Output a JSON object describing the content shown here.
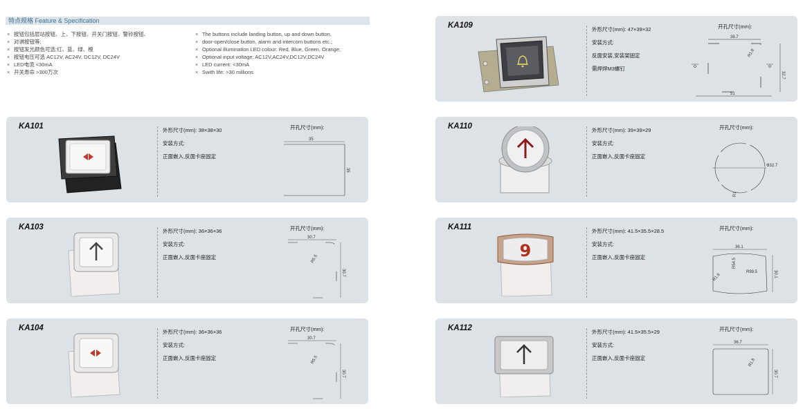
{
  "features": {
    "title": "特点规格 Feature & Specification",
    "cn": [
      "按钮包括层站按钮、上、下按钮、开关门按钮、警铃按钮、",
      "对讲按钮等;",
      "按钮发光颜色可选:红、蓝、绿、橙",
      "按钮电压可选 AC12V, AC24V, DC12V, DC24V",
      "LED电流 <30mA",
      "开关寿命 >300万次"
    ],
    "en": [
      "The buttons include landing button, up and down button,",
      "door-open/close button, alarm and intercom buttons etc.;",
      "Optional illumination LED colour: Red, Blue, Green, Orange;",
      "Optional input voltage: AC12V,AC24V,DC12V,DC24V",
      "LED current: <30mA",
      "Swith life: >30 millions"
    ]
  },
  "labels": {
    "mount": "安装方式:",
    "hole": "开孔尺寸(mm):"
  },
  "products": [
    {
      "model": "KA109",
      "size": "外形尺寸(mm): 47×39×32",
      "mount_lines": [
        "反面安装,安装架固定",
        "需焊焊M3螺钉"
      ],
      "dims": [
        "38.7",
        "R1.8",
        "32.7",
        "51"
      ],
      "icon": "bell-icon",
      "symbol": "bell"
    },
    {
      "model": "KA101",
      "size": "外形尺寸(mm): 38×38×30",
      "mount_lines": [
        "正面嵌入,反面卡座固定"
      ],
      "dims": [
        "35",
        "35"
      ],
      "icon": "door-open-close-icon",
      "symbol": "◀▶"
    },
    {
      "model": "KA110",
      "size": "外形尺寸(mm): 39×39×29",
      "mount_lines": [
        "正面嵌入,反面卡座固定"
      ],
      "dims": [
        "Ф32.7",
        "R1"
      ],
      "icon": "up-arrow-icon",
      "symbol": "↑"
    },
    {
      "model": "KA103",
      "size": "外形尺寸(mm): 36×36×36",
      "mount_lines": [
        "正面嵌入,反面卡座固定"
      ],
      "dims": [
        "30.7",
        "R5.5",
        "30.7"
      ],
      "icon": "up-arrow-icon",
      "symbol": "↑"
    },
    {
      "model": "KA111",
      "size": "外形尺寸(mm): 41.5×35.5×28.5",
      "mount_lines": [
        "正面嵌入,反面卡座固定"
      ],
      "dims": [
        "36.1",
        "R54.5",
        "R99.5",
        "R1.6",
        "30.1"
      ],
      "icon": "floor-number-icon",
      "symbol": "9"
    },
    {
      "model": "KA104",
      "size": "外形尺寸(mm): 36×36×36",
      "mount_lines": [
        "正面嵌入,反面卡座固定"
      ],
      "dims": [
        "30.7",
        "R5.5",
        "30.7"
      ],
      "icon": "door-open-close-icon",
      "symbol": "◀▶"
    },
    {
      "model": "KA112",
      "size": "外形尺寸(mm): 41.5×35.5×29",
      "mount_lines": [
        "正面嵌入,反面卡座固定"
      ],
      "dims": [
        "36.7",
        "R1.8",
        "30.7"
      ],
      "icon": "up-arrow-icon",
      "symbol": "↑"
    }
  ]
}
